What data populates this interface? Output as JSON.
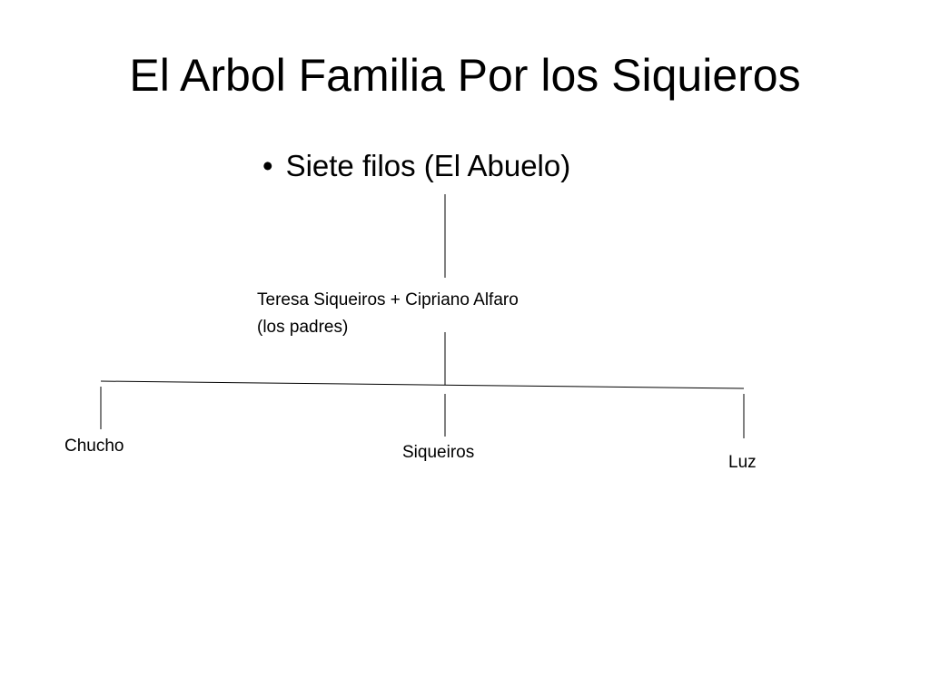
{
  "slide": {
    "title": "El Arbol Familia Por los Siquieros",
    "bullet": {
      "symbol": "•",
      "text": "Siete filos (El Abuelo)"
    }
  },
  "tree": {
    "parents": {
      "line1": "Teresa Siqueiros + Cipriano Alfaro",
      "line2": "(los padres)"
    },
    "children": [
      {
        "name": "Chucho"
      },
      {
        "name": "Siqueiros"
      },
      {
        "name": "Luz"
      }
    ]
  },
  "colors": {
    "background": "#ffffff",
    "text": "#000000",
    "lines": "#000000"
  }
}
